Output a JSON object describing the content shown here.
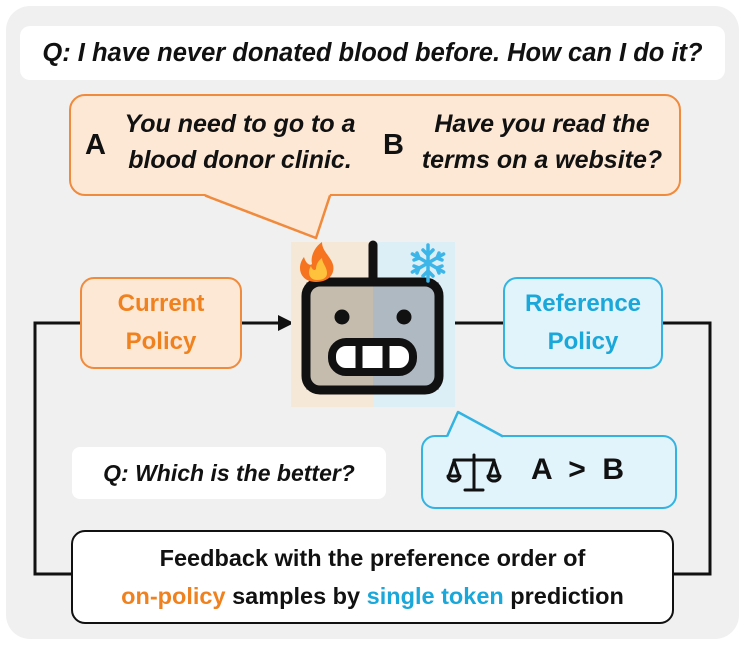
{
  "question": "Q: I have never donated blood before. How can I do it?",
  "answers": {
    "a": {
      "letter": "A",
      "line1": "You need to go to a",
      "line2": "blood donor clinic."
    },
    "b": {
      "letter": "B",
      "line1": "Have you read the",
      "line2": "terms on a website?"
    }
  },
  "current_policy": {
    "line1": "Current",
    "line2": "Policy",
    "badge_icon": "fire-icon"
  },
  "reference_policy": {
    "line1": "Reference",
    "line2": "Policy",
    "badge_icon": "snowflake-icon"
  },
  "judge_question": "Q: Which is the better?",
  "verdict": {
    "icon": "scales-icon",
    "text": "A  >  B"
  },
  "feedback": {
    "line1": "Feedback with the preference order of",
    "highlight1": "on-policy",
    "middle": " samples by ",
    "highlight2": "single token",
    "end": " prediction"
  },
  "colors": {
    "orange_accent": "#f08a3c",
    "orange_fill": "#fde8d6",
    "blue_accent": "#32b3e2",
    "blue_fill": "#e1f3fb",
    "robot_face": "#9fa3a5"
  }
}
